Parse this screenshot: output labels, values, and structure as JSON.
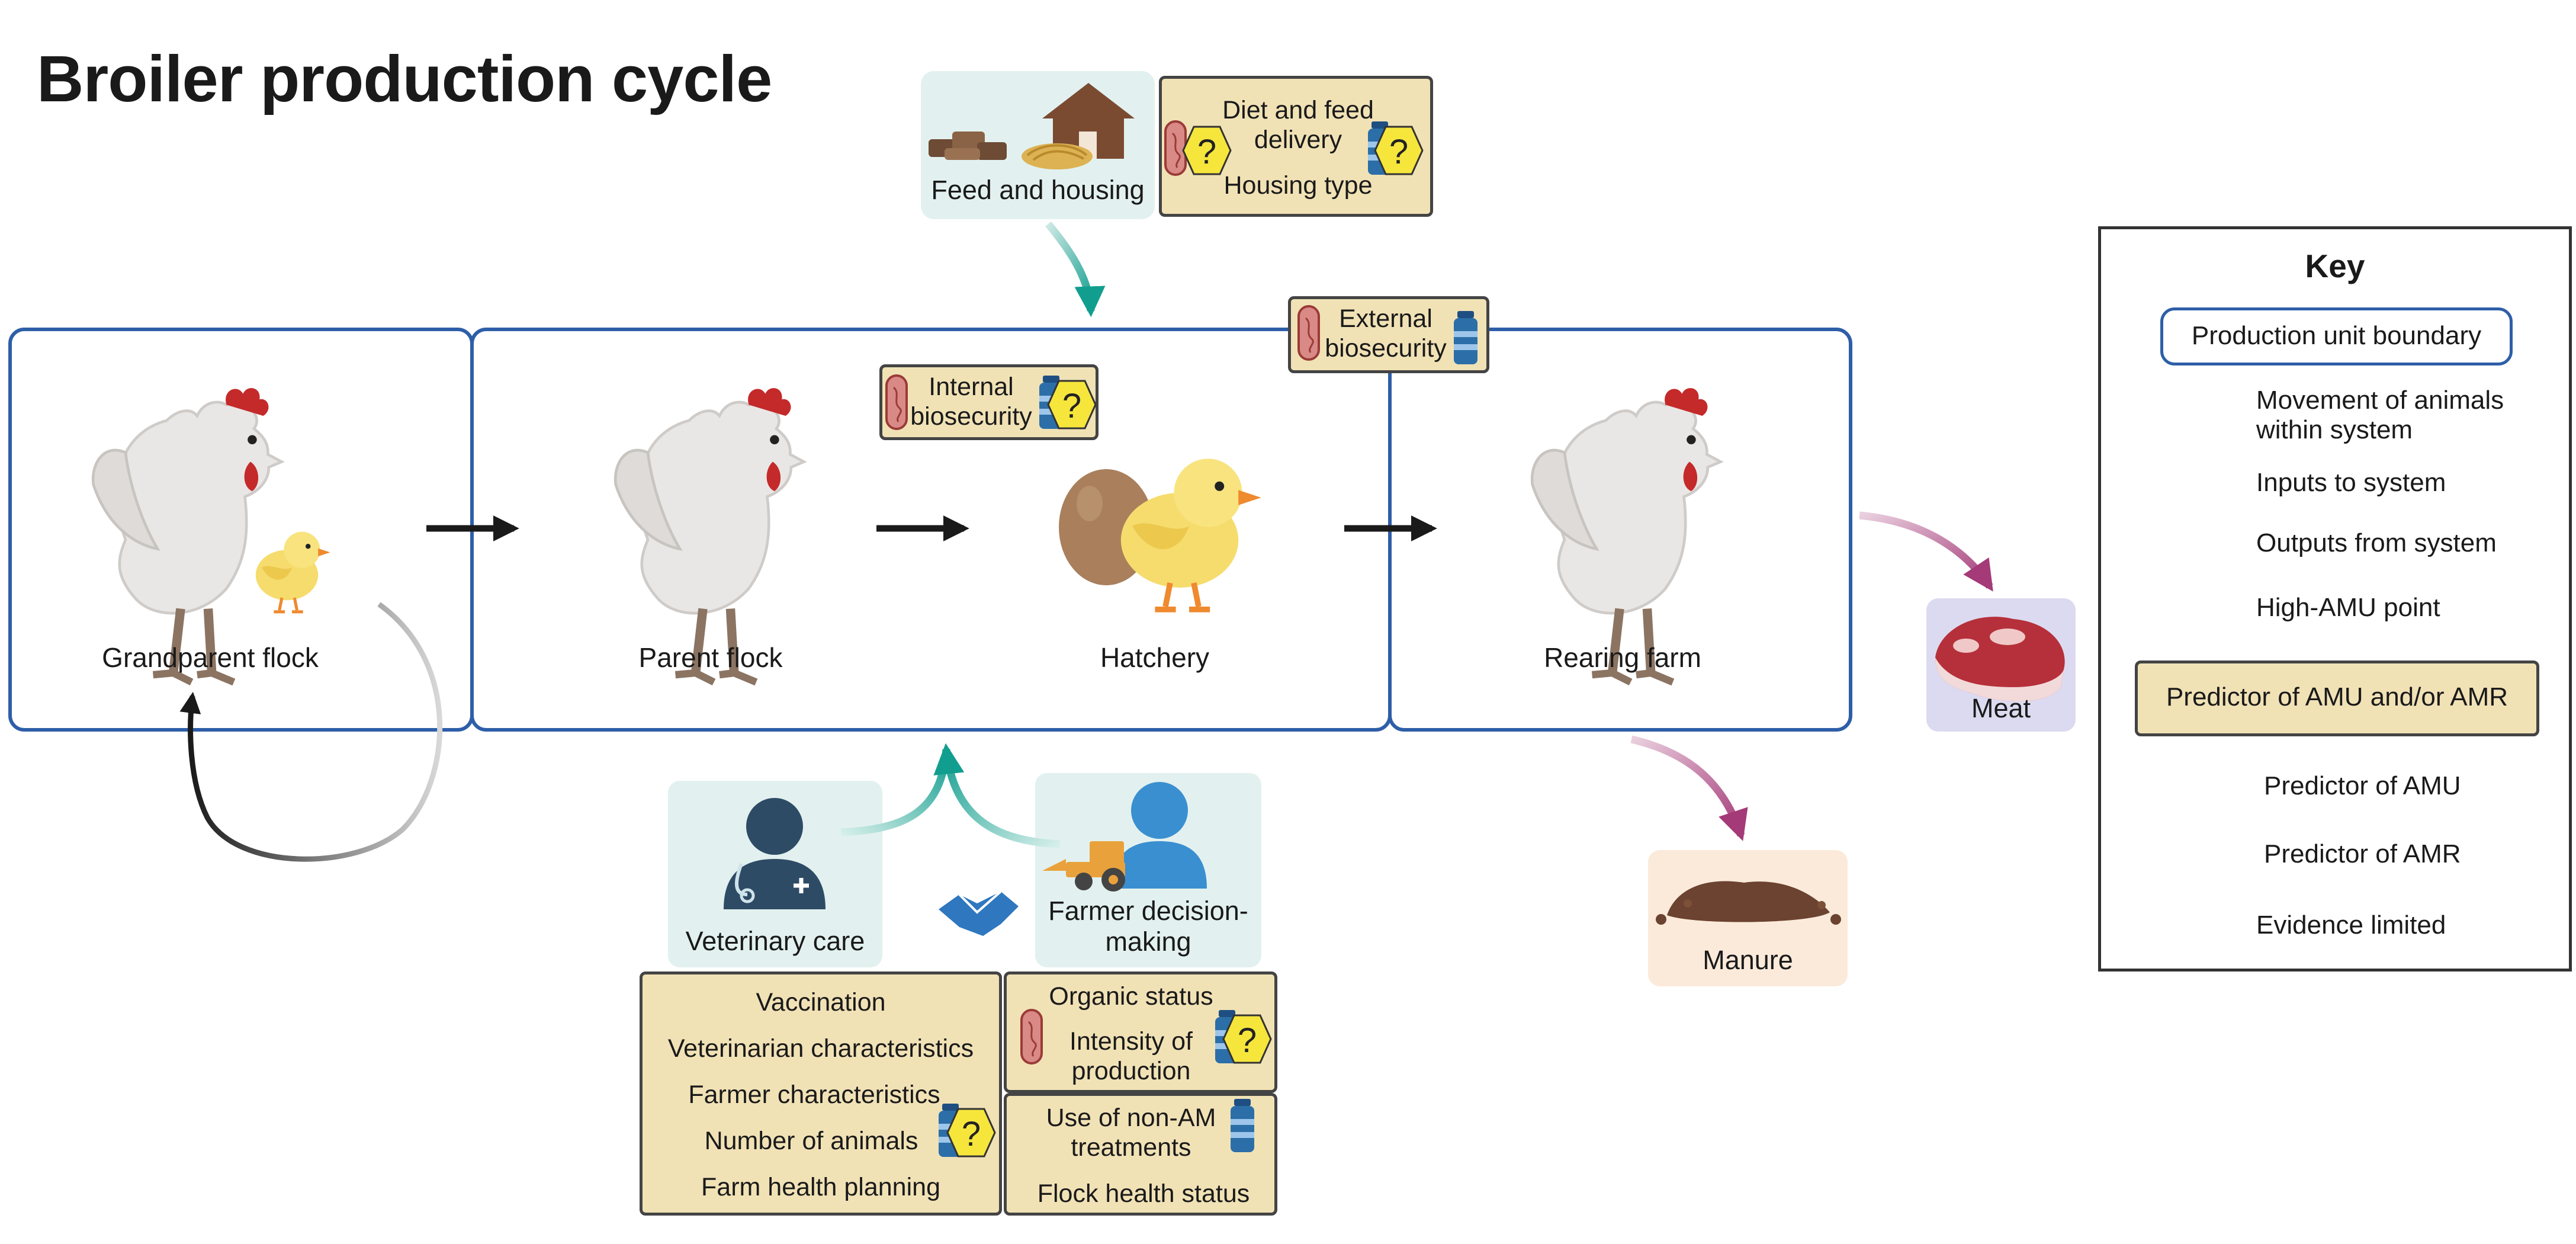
{
  "title": "Broiler production cycle",
  "units": {
    "grandparent": "Grandparent flock",
    "parent": "Parent flock",
    "hatchery": "Hatchery",
    "rearing": "Rearing farm"
  },
  "feed_housing": {
    "caption": "Feed and housing",
    "predictor_line1": "Diet and feed",
    "predictor_line2": "delivery",
    "predictor_line3": "Housing type"
  },
  "internal_biosecurity": {
    "line1": "Internal",
    "line2": "biosecurity"
  },
  "external_biosecurity": {
    "line1": "External",
    "line2": "biosecurity"
  },
  "outputs": {
    "meat": "Meat",
    "manure": "Manure"
  },
  "vet": {
    "caption": "Veterinary care",
    "predictors": [
      "Vaccination",
      "Veterinarian characteristics",
      "Farmer characteristics",
      "Number of animals",
      "Farm health planning"
    ]
  },
  "farmer": {
    "caption_line1": "Farmer decision-",
    "caption_line2": "making",
    "organic_box": {
      "line1": "Organic status",
      "line2": "Intensity of",
      "line3": "production"
    },
    "treatments_box": {
      "line1": "Use of non-AM",
      "line2": "treatments",
      "line3": "Flock health status"
    }
  },
  "key": {
    "title": "Key",
    "production_unit_boundary": "Production unit boundary",
    "movement_line1": "Movement of animals",
    "movement_line2": "within system",
    "inputs": "Inputs to system",
    "outputs": "Outputs from system",
    "high_amu": "High-AMU point",
    "predictor_amu_amr": "Predictor of AMU and/or AMR",
    "predictor_amu": "Predictor of AMU",
    "predictor_amr": "Predictor of AMR",
    "evidence_limited": "Evidence limited",
    "question_mark": "?"
  },
  "colors": {
    "boundary_blue": "#2e5ea8",
    "input_teal": "#129e8f",
    "output_magenta": "#a43a78",
    "movement_black": "#1a1a1a",
    "predictor_tan": "#f1e2b6",
    "evidence_yellow": "#f6e63c",
    "bottle_blue": "#2c6fa8",
    "capsule_red": "#c9605a"
  },
  "icons": [
    "hen-icon",
    "chick-icon",
    "egg-icon",
    "house-icon",
    "feed-pellets-icon",
    "straw-icon",
    "steak-icon",
    "manure-icon",
    "veterinarian-icon",
    "farmer-icon",
    "tractor-icon",
    "handshake-icon",
    "medicine-bottle-icon",
    "bacteria-capsule-icon",
    "question-hexagon-icon",
    "warning-triangle-icon"
  ]
}
